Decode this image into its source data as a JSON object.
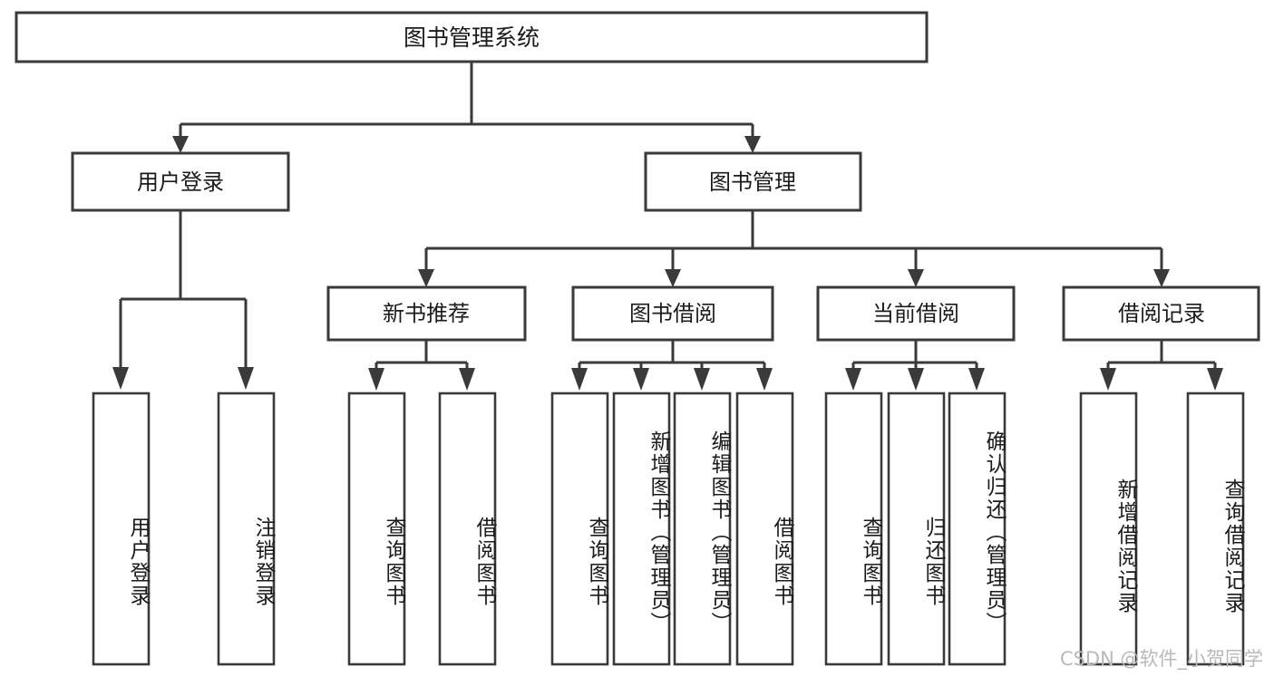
{
  "diagram": {
    "title": "图书管理系统",
    "type": "hierarchy-tree",
    "root": {
      "id": "root",
      "label": "图书管理系统"
    },
    "level2": [
      {
        "id": "user-login",
        "label": "用户登录"
      },
      {
        "id": "book-manage",
        "label": "图书管理"
      }
    ],
    "level3": [
      {
        "id": "new-book-rec",
        "label": "新书推荐",
        "parent": "book-manage"
      },
      {
        "id": "book-borrow",
        "label": "图书借阅",
        "parent": "book-manage"
      },
      {
        "id": "current-borrow",
        "label": "当前借阅",
        "parent": "book-manage"
      },
      {
        "id": "borrow-record",
        "label": "借阅记录",
        "parent": "book-manage"
      }
    ],
    "leaves": [
      {
        "id": "leaf-user-login",
        "label": "用户登录",
        "parent": "user-login"
      },
      {
        "id": "leaf-logout",
        "label": "注销登录",
        "parent": "user-login"
      },
      {
        "id": "leaf-query-book-1",
        "label": "查询图书",
        "parent": "new-book-rec"
      },
      {
        "id": "leaf-borrow-book-1",
        "label": "借阅图书",
        "parent": "new-book-rec"
      },
      {
        "id": "leaf-query-book-2",
        "label": "查询图书",
        "parent": "book-borrow"
      },
      {
        "id": "leaf-add-book",
        "label": "新增图书（管理员）",
        "parent": "book-borrow"
      },
      {
        "id": "leaf-edit-book",
        "label": "编辑图书（管理员）",
        "parent": "book-borrow"
      },
      {
        "id": "leaf-borrow-book-2",
        "label": "借阅图书",
        "parent": "book-borrow"
      },
      {
        "id": "leaf-query-book-3",
        "label": "查询图书",
        "parent": "current-borrow"
      },
      {
        "id": "leaf-return-book",
        "label": "归还图书",
        "parent": "current-borrow"
      },
      {
        "id": "leaf-confirm-return",
        "label": "确认归还（管理员）",
        "parent": "current-borrow"
      },
      {
        "id": "leaf-add-record",
        "label": "新增借阅记录",
        "parent": "borrow-record"
      },
      {
        "id": "leaf-query-record",
        "label": "查询借阅记录",
        "parent": "borrow-record"
      }
    ],
    "colors": {
      "stroke": "#3a3a3a",
      "box_fill": "#ffffff",
      "text": "#1b1b1b",
      "background": "#ffffff",
      "watermark": "#b9b9b9"
    }
  },
  "watermark": {
    "text": "CSDN @软件_小贺同学"
  }
}
